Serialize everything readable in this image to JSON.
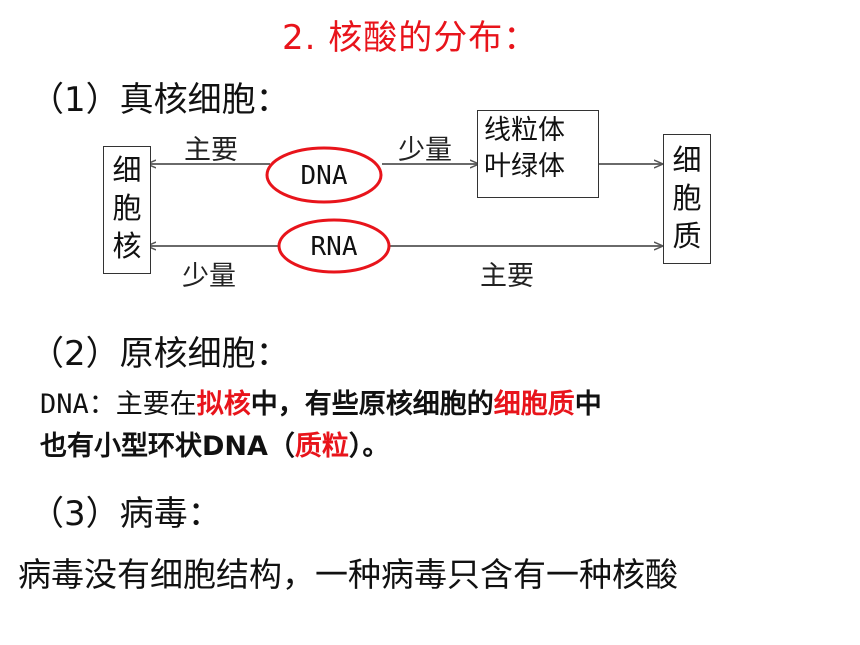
{
  "title": "2. 核酸的分布：",
  "section1": {
    "heading": "（1）真核细胞：",
    "diagram": {
      "nucleus_label": "细胞核",
      "cytoplasm_label": "细胞质",
      "organelles_line1": "线粒体",
      "organelles_line2": "叶绿体",
      "dna_label": "DNA",
      "rna_label": "RNA",
      "dna_left_label": "主要",
      "dna_right_label": "少量",
      "rna_left_label": "少量",
      "rna_right_label": "主要"
    }
  },
  "section2": {
    "heading": "（2）原核细胞：",
    "line1": {
      "prefix": "DNA：",
      "part1": "主要在",
      "part2_red": "拟核",
      "part3": "中，有些原核细胞的",
      "part4_red": "细胞质",
      "part5": "中"
    },
    "line2": {
      "part1": "也有小型环状DNA（",
      "part2_red": "质粒",
      "part3": "）。"
    }
  },
  "section3": {
    "heading": "（3）病毒：",
    "body": "病毒没有细胞结构，一种病毒只含有一种核酸"
  },
  "colors": {
    "accent_red": "#e8141b",
    "text": "#111111"
  }
}
